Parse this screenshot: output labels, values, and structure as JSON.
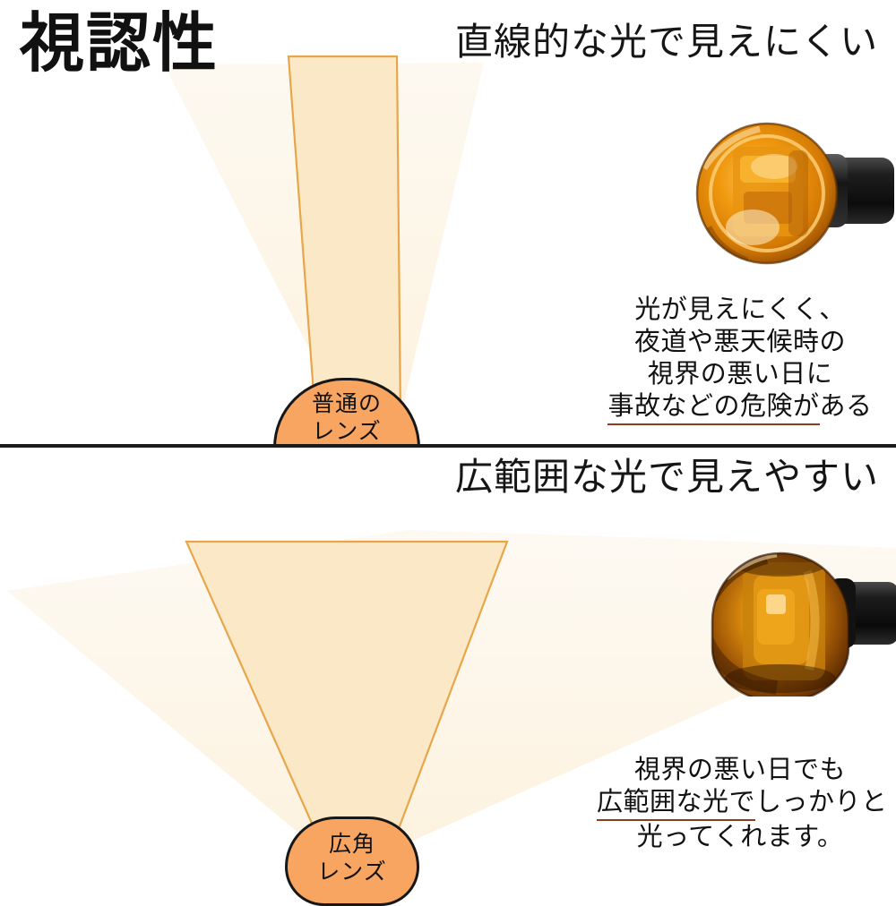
{
  "page": {
    "title": "視認性",
    "background_color": "#ffffff",
    "divider_color": "#1b1b1b"
  },
  "colors": {
    "beam_inner": "#fbe8c6",
    "beam_outer": "#fdf4e4",
    "beam_outline": "#e8a64a",
    "lens_fill": "#f7a560",
    "lens_stroke": "#171717",
    "underline": "#8f3b22",
    "lamp_amber": "#e08a14",
    "lamp_amber_dark": "#7a3f05",
    "lamp_body_black": "#1c1c1c",
    "text": "#121212"
  },
  "top_section": {
    "heading": "直線的な光で見えにくい",
    "lens_label": {
      "line1": "普通の",
      "line2": "レンズ"
    },
    "caption_lines": [
      {
        "text": "光が見えにくく、",
        "underlined": false
      },
      {
        "text": "夜道や悪天候時の",
        "underlined": false
      },
      {
        "text": "視界の悪い日に",
        "underlined": false
      }
    ],
    "caption_last_line": {
      "underlined_part": "事故などの危険が",
      "plain_part": "ある"
    },
    "lamp_alt": "amber-round-turn-signal-lamp"
  },
  "bottom_section": {
    "heading": "広範囲な光で見えやすい",
    "lens_label": {
      "line1": "広角",
      "line2": "レンズ"
    },
    "caption_first_line": "視界の悪い日でも",
    "caption_middle_line": {
      "underlined_part": "広範囲な光で",
      "plain_part": "しっかりと"
    },
    "caption_last_line": "光ってくれます。",
    "lamp_alt": "amber-domed-wide-angle-turn-signal-lamp"
  },
  "chart_data": {
    "type": "diagram",
    "title": "視認性",
    "description": "Comparison of light spread between a normal lens and a wide-angle lens",
    "series": [
      {
        "name": "普通のレンズ",
        "beam_spread_label": "直線的な光で見えにくい",
        "inner_cone_half_angle_deg": 9,
        "outer_cone_half_angle_deg": 19
      },
      {
        "name": "広角レンズ",
        "beam_spread_label": "広範囲な光で見えやすい",
        "inner_cone_half_angle_deg": 29,
        "outer_cone_half_angle_deg": 52
      }
    ]
  }
}
